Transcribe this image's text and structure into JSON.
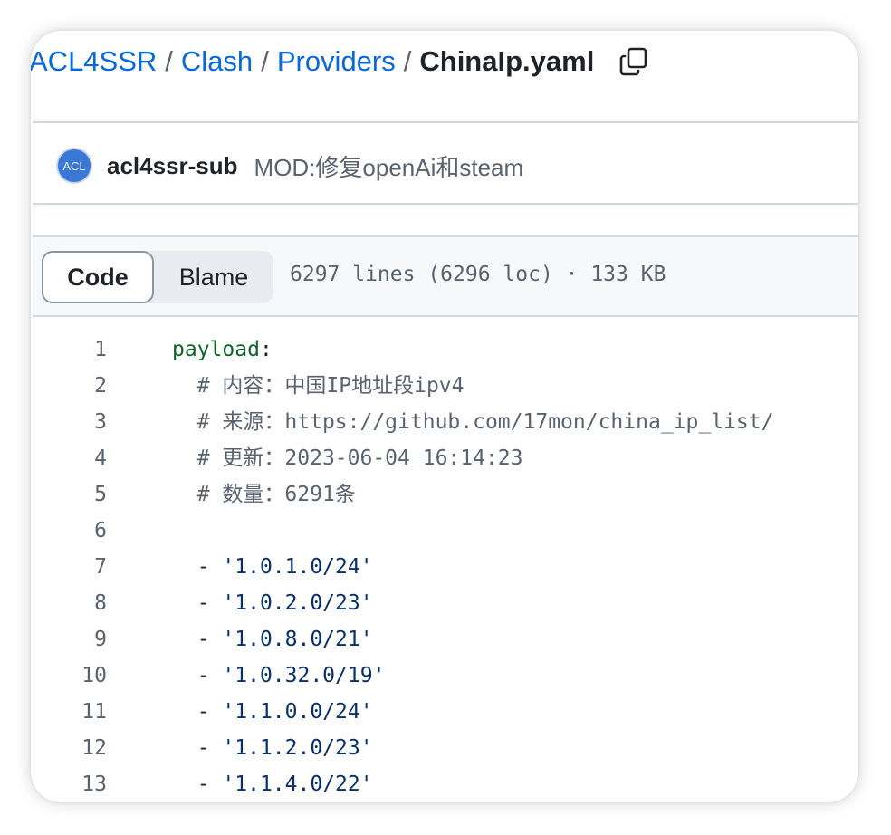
{
  "breadcrumb": {
    "items": [
      "ACL4SSR",
      "Clash",
      "Providers"
    ],
    "separator": "/",
    "current": "ChinaIp.yaml"
  },
  "commit": {
    "avatar_text": "ACL",
    "author": "acl4ssr-sub",
    "message": "MOD:修复openAi和steam"
  },
  "file_header": {
    "tabs": [
      "Code",
      "Blame"
    ],
    "selected_tab": "Code",
    "info": "6297 lines (6296 loc) · 133 KB"
  },
  "code": {
    "lines": [
      {
        "n": "1",
        "indent": "",
        "prefix": "",
        "key": "payload",
        "colon": ":",
        "text": ""
      },
      {
        "n": "2",
        "indent": "  ",
        "prefix": "",
        "key": "",
        "colon": "",
        "text": "# 内容：中国IP地址段ipv4"
      },
      {
        "n": "3",
        "indent": "  ",
        "prefix": "",
        "key": "",
        "colon": "",
        "text": "# 来源：https://github.com/17mon/china_ip_list/"
      },
      {
        "n": "4",
        "indent": "  ",
        "prefix": "",
        "key": "",
        "colon": "",
        "text": "# 更新：2023-06-04 16:14:23"
      },
      {
        "n": "5",
        "indent": "  ",
        "prefix": "",
        "key": "",
        "colon": "",
        "text": "# 数量：6291条"
      },
      {
        "n": "6",
        "indent": "",
        "prefix": "",
        "key": "",
        "colon": "",
        "text": ""
      },
      {
        "n": "7",
        "indent": "  ",
        "prefix": "- ",
        "key": "",
        "colon": "",
        "text": "'1.0.1.0/24'"
      },
      {
        "n": "8",
        "indent": "  ",
        "prefix": "- ",
        "key": "",
        "colon": "",
        "text": "'1.0.2.0/23'"
      },
      {
        "n": "9",
        "indent": "  ",
        "prefix": "- ",
        "key": "",
        "colon": "",
        "text": "'1.0.8.0/21'"
      },
      {
        "n": "10",
        "indent": "  ",
        "prefix": "- ",
        "key": "",
        "colon": "",
        "text": "'1.0.32.0/19'"
      },
      {
        "n": "11",
        "indent": "  ",
        "prefix": "- ",
        "key": "",
        "colon": "",
        "text": "'1.1.0.0/24'"
      },
      {
        "n": "12",
        "indent": "  ",
        "prefix": "- ",
        "key": "",
        "colon": "",
        "text": "'1.1.2.0/23'"
      },
      {
        "n": "13",
        "indent": "  ",
        "prefix": "- ",
        "key": "",
        "colon": "",
        "text": "'1.1.4.0/22'"
      }
    ]
  },
  "colors": {
    "link": "#0969da",
    "text": "#1f2328",
    "muted": "#59636e",
    "yaml_key": "#116329",
    "string": "#0a3069",
    "header_bg": "#f6f8fa",
    "border": "#d1d9e0"
  },
  "icons": {
    "copy": "copy-icon"
  }
}
